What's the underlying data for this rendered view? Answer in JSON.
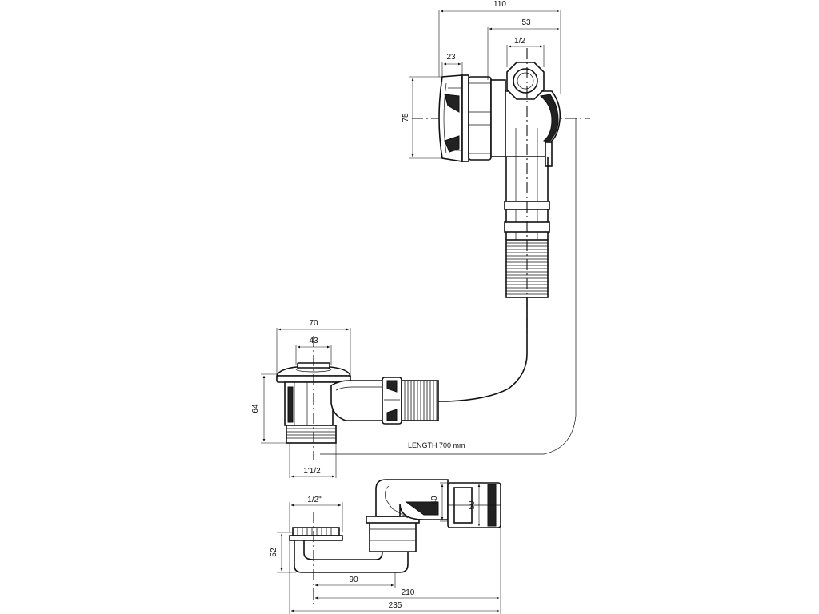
{
  "dimensions": {
    "overflow_width": "110",
    "overflow_offset": "53",
    "overflow_thread": "1/2",
    "overflow_cap_depth": "23",
    "overflow_height": "75",
    "waste_width": "70",
    "waste_plug": "43",
    "waste_height": "64",
    "waste_thread": "1'1/2",
    "trap_thread": "1/2\"",
    "trap_height": "52",
    "trap_inner_height": "40",
    "trap_outlet_height": "50",
    "trap_offset": "90",
    "trap_length": "210",
    "trap_total_length": "235"
  },
  "labels": {
    "cable_length": "LENGTH 700 mm"
  }
}
